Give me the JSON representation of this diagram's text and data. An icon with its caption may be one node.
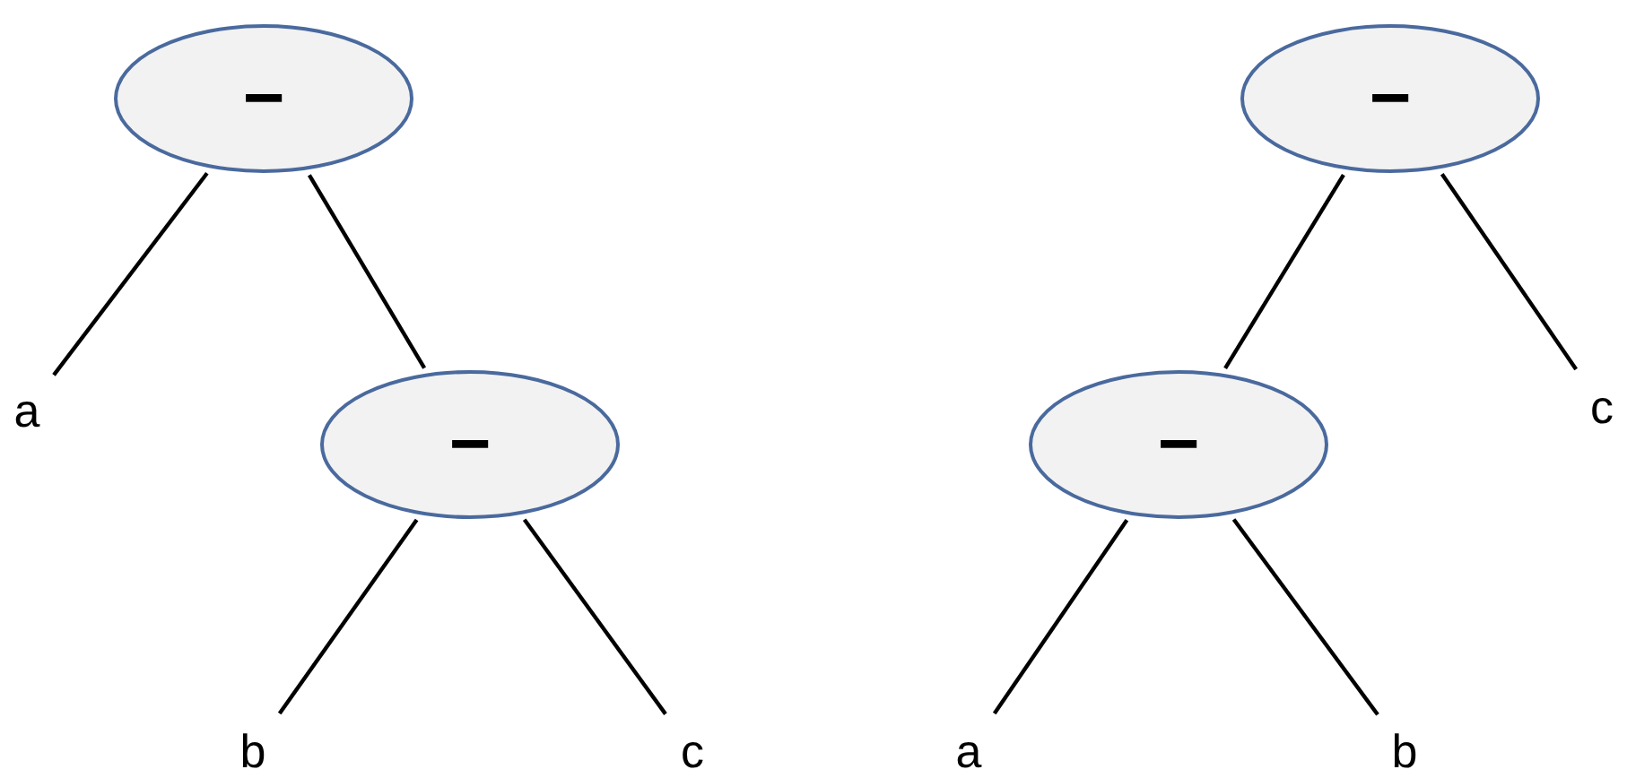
{
  "diagram": {
    "nodes": [
      {
        "text": [
          "−"
        ]
      },
      {
        "text": [
          "a"
        ]
      },
      {
        "text": [
          "−"
        ]
      },
      {
        "text": [
          "b"
        ]
      },
      {
        "text": [
          "c"
        ]
      },
      {
        "text": [
          "−"
        ]
      },
      {
        "text": [
          "c"
        ]
      },
      {
        "text": [
          "−"
        ]
      },
      {
        "text": [
          "a"
        ]
      },
      {
        "text": [
          "b"
        ]
      }
    ],
    "edges": [
      {
        "from": 0,
        "to": 1,
        "arrow": "none"
      },
      {
        "from": 0,
        "to": 2,
        "arrow": "none"
      },
      {
        "from": 2,
        "to": 3,
        "arrow": "none"
      },
      {
        "from": 2,
        "to": 4,
        "arrow": "none"
      },
      {
        "from": 5,
        "to": 7,
        "arrow": "none"
      },
      {
        "from": 5,
        "to": 6,
        "arrow": "none"
      },
      {
        "from": 7,
        "to": 8,
        "arrow": "none"
      },
      {
        "from": 7,
        "to": 9,
        "arrow": "none"
      }
    ]
  }
}
